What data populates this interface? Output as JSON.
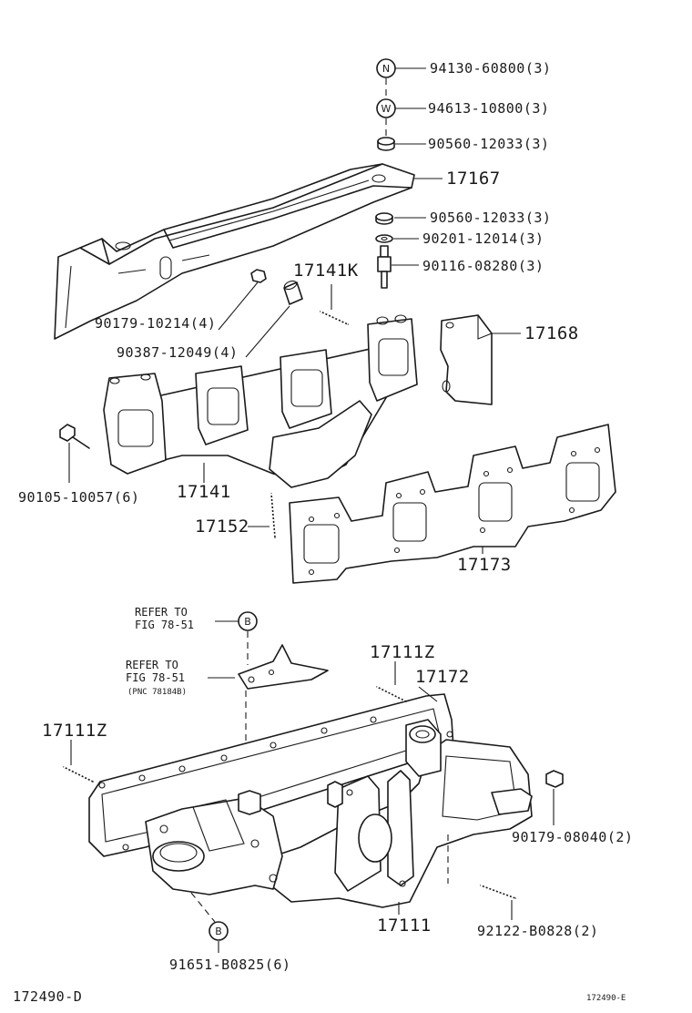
{
  "callouts": {
    "p_94130": "94130-60800(3)",
    "p_94613": "94613-10800(3)",
    "p_90560_a": "90560-12033(3)",
    "p_17167": "17167",
    "p_90560_b": "90560-12033(3)",
    "p_90201": "90201-12014(3)",
    "p_90116": "90116-08280(3)",
    "p_17141K": "17141K",
    "p_90179_10214": "90179-10214(4)",
    "p_90387": "90387-12049(4)",
    "p_17168": "17168",
    "p_90105": "90105-10057(6)",
    "p_17141": "17141",
    "p_17152": "17152",
    "p_17173": "17173",
    "p_17111Z_a": "17111Z",
    "p_17172": "17172",
    "p_17111Z_b": "17111Z",
    "p_90179_08040": "90179-08040(2)",
    "p_92122": "92122-B0828(2)",
    "p_17111": "17111",
    "p_91651": "91651-B0825(6)"
  },
  "refs": {
    "ref1_line1": "REFER TO",
    "ref1_line2": "FIG 78-51",
    "ref2_line1": "REFER TO",
    "ref2_line2": "FIG 78-51",
    "ref2_line3": "(PNC 78184B)"
  },
  "markers": {
    "nut": "N",
    "washer": "W",
    "b_top": "B",
    "b_bottom": "B"
  },
  "footer": {
    "left_code": "172490-D",
    "right_code": "172490-E"
  }
}
